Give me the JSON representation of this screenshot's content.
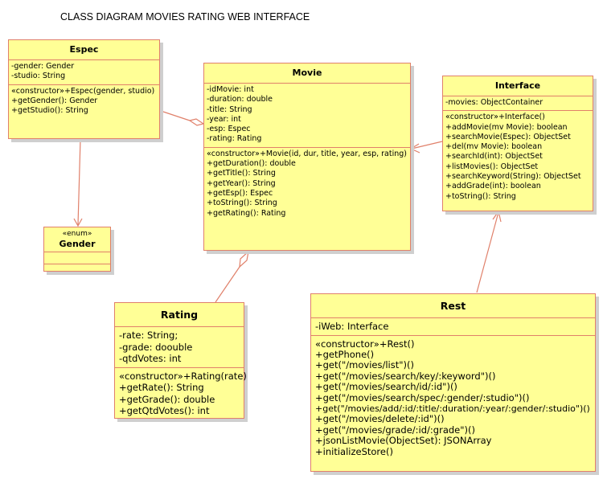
{
  "title": "CLASS DIAGRAM MOVIES RATING WEB INTERFACE",
  "colors": {
    "fill": "#ffff96",
    "border": "#e0806a",
    "edge": "#e0806a"
  },
  "classes": {
    "espec": {
      "name": "Espec",
      "attributes": [
        "-gender: Gender",
        "-studio: String"
      ],
      "operations": [
        "«constructor»+Espec(gender, studio)",
        "+getGender(): Gender",
        "+getStudio(): String"
      ]
    },
    "movie": {
      "name": "Movie",
      "attributes": [
        "-idMovie: int",
        "-duration: double",
        "-title: String",
        "-year: int",
        "-esp: Espec",
        "-rating: Rating"
      ],
      "operations": [
        "«constructor»+Movie(id, dur, title, year, esp, rating)",
        "+getDuration(): double",
        "+getTitle(): String",
        "+getYear(): String",
        "+getEsp(): Espec",
        "+toString(): String",
        "+getRating(): Rating"
      ]
    },
    "interface": {
      "name": "Interface",
      "attributes": [
        "-movies: ObjectContainer"
      ],
      "operations": [
        "«constructor»+Interface()",
        "+addMovie(mv Movie): boolean",
        "+searchMovie(Espec): ObjectSet",
        "+del(mv Movie): boolean",
        "+searchId(int): ObjectSet",
        "+listMovies(): ObjectSet",
        "+searchKeyword(String): ObjectSet",
        "+addGrade(int): boolean",
        "+toString(): String"
      ]
    },
    "gender": {
      "stereotype": "«enum»",
      "name": "Gender"
    },
    "rating": {
      "name": "Rating",
      "attributes": [
        "-rate: String;",
        "-grade: doouble",
        "-qtdVotes: int"
      ],
      "operations": [
        "«constructor»+Rating(rate)",
        "+getRate(): String",
        "+getGrade(): double",
        "+getQtdVotes(): int"
      ]
    },
    "rest": {
      "name": "Rest",
      "attributes": [
        "-iWeb: Interface"
      ],
      "operations": [
        "«constructor»+Rest()",
        "+getPhone()",
        "+get(\"/movies/list\")()",
        "+get(\"/movies/search/key/:keyword\")()",
        "+get(\"/movies/search/id/:id\")()",
        "+get(\"/movies/search/spec/:gender/:studio\")()",
        "+get(\"/movies/add/:id/:title/:duration/:year/:gender/:studio\")()",
        "+get(\"/movies/delete/:id\")()",
        "+get(\"/movies/grade/:id/:grade\")()",
        "+jsonListMovie(ObjectSet): JSONArray",
        "+initializeStore()"
      ]
    }
  }
}
